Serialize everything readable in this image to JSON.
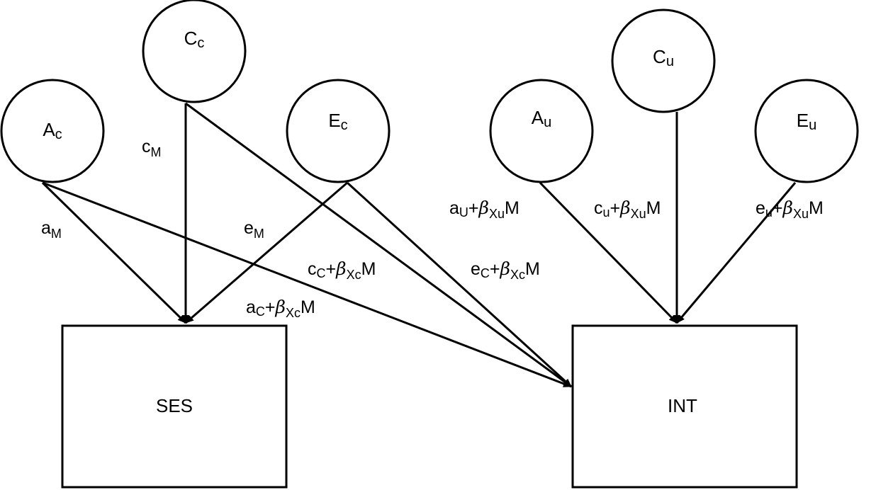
{
  "nodes": {
    "Ac": {
      "base": "A",
      "sub": "c"
    },
    "Cc": {
      "base": "C",
      "sub": "c"
    },
    "Ec": {
      "base": "E",
      "sub": "c"
    },
    "Au": {
      "base": "A",
      "sub": "u"
    },
    "Cu": {
      "base": "C",
      "sub": "u"
    },
    "Eu": {
      "base": "E",
      "sub": "u"
    }
  },
  "boxes": {
    "ses": "SES",
    "int": "INT"
  },
  "edges": {
    "aM": {
      "base": "a",
      "sub": "M"
    },
    "cM": {
      "base": "c",
      "sub": "M"
    },
    "eM": {
      "base": "e",
      "sub": "M"
    },
    "ac_int": {
      "pre": "a",
      "pre_sub": "C",
      "plus": "+",
      "beta": "β",
      "beta_sub": "Xc",
      "post": "M"
    },
    "cc_int": {
      "pre": "c",
      "pre_sub": "C",
      "plus": "+",
      "beta": "β",
      "beta_sub": "Xc",
      "post": "M"
    },
    "ec_int": {
      "pre": "e",
      "pre_sub": "C",
      "plus": "+",
      "beta": "β",
      "beta_sub": "Xc",
      "post": "M"
    },
    "au_int": {
      "pre": "a",
      "pre_sub": "U",
      "plus": "+",
      "beta": "β",
      "beta_sub": "Xu",
      "post": "M"
    },
    "cu_int": {
      "pre": "c",
      "pre_sub": "u",
      "plus": "+",
      "beta": "β",
      "beta_sub": "Xu",
      "post": "M"
    },
    "eu_int": {
      "pre": "e",
      "pre_sub": "u",
      "plus": "+",
      "beta": "β",
      "beta_sub": "Xu",
      "post": "M"
    }
  }
}
